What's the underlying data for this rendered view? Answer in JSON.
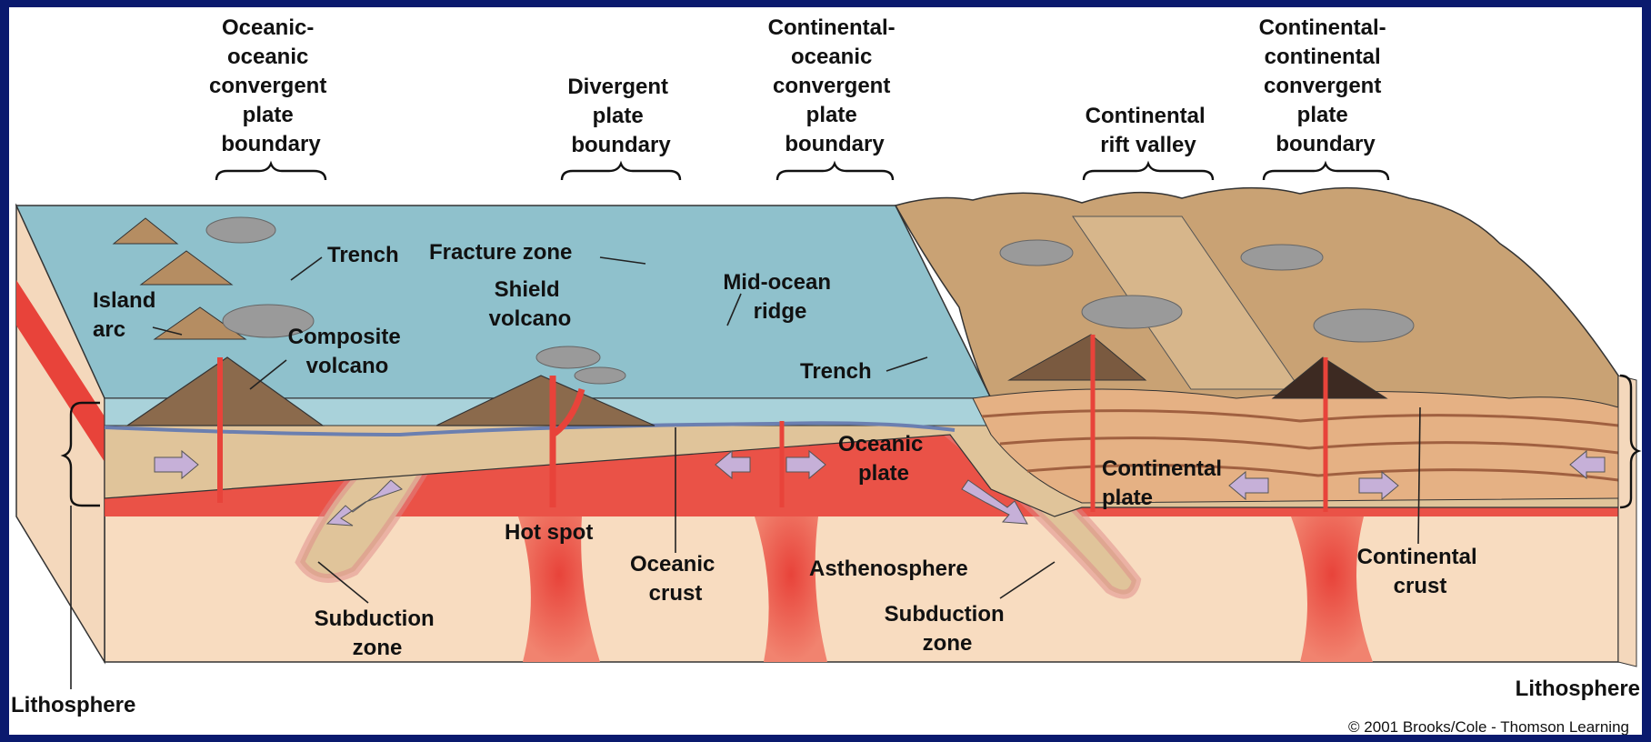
{
  "boundaries": [
    {
      "lines": [
        "Oceanic-",
        "oceanic",
        "convergent",
        "plate",
        "boundary"
      ]
    },
    {
      "lines": [
        "Divergent",
        "plate",
        "boundary"
      ]
    },
    {
      "lines": [
        "Continental-",
        "oceanic",
        "convergent",
        "plate",
        "boundary"
      ]
    },
    {
      "lines": [
        "Continental",
        "rift valley"
      ]
    },
    {
      "lines": [
        "Continental-",
        "continental",
        "convergent",
        "plate",
        "boundary"
      ]
    }
  ],
  "labels": {
    "trench_left": "Trench",
    "fracture_zone": "Fracture zone",
    "island_arc": [
      "Island",
      "arc"
    ],
    "shield_volcano": [
      "Shield",
      "volcano"
    ],
    "composite_volcano": [
      "Composite",
      "volcano"
    ],
    "mid_ocean_ridge": [
      "Mid-ocean",
      "ridge"
    ],
    "trench_right": "Trench",
    "oceanic_plate": [
      "Oceanic",
      "plate"
    ],
    "continental_plate": [
      "Continental",
      "plate"
    ],
    "hot_spot": "Hot spot",
    "oceanic_crust": [
      "Oceanic",
      "crust"
    ],
    "asthenosphere": "Asthenosphere",
    "subduction_zone_left": [
      "Subduction",
      "zone"
    ],
    "subduction_zone_right": [
      "Subduction",
      "zone"
    ],
    "continental_crust": [
      "Continental",
      "crust"
    ],
    "lithosphere_left": "Lithosphere",
    "lithosphere_right": "Lithosphere"
  },
  "copyright": "© 2001 Brooks/Cole - Thomson Learning",
  "colors": {
    "frame": "#0a1a6e",
    "ocean": "#8fc1cc",
    "lithosphere": "#e0c49a",
    "asthenosphere": "#f8dcc0",
    "magma": "#e8433a",
    "land": "#c9a274",
    "arrow": "#c6b0d8"
  }
}
